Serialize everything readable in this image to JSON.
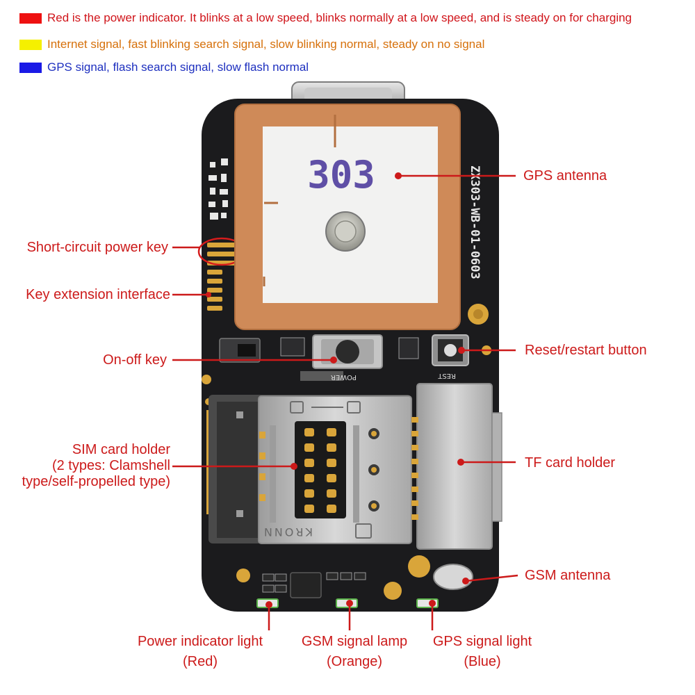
{
  "legend": [
    {
      "color": "#ee1111",
      "text_color": "#d0141a",
      "text": "Red is the power indicator. It blinks at a low speed, blinks normally at a low speed, and is steady on for charging"
    },
    {
      "color": "#f5f000",
      "text_color": "#d6700a",
      "text": "Internet signal, fast blinking search signal, slow blinking normal, steady on no signal"
    },
    {
      "color": "#1a1ae6",
      "text_color": "#1d2fbf",
      "text": "GPS signal, flash search signal, slow flash normal"
    }
  ],
  "board": {
    "antenna_code": "303",
    "silk_model": "ZX303-WB-01-0603",
    "sim_brand": "KRONN",
    "power_silk": "POWER",
    "reset_silk": "REST"
  },
  "callouts": {
    "gps_antenna": "GPS antenna",
    "short_circuit_power_key": "Short-circuit power key",
    "key_extension_interface": "Key extension interface",
    "on_off_key": "On-off key",
    "reset_restart_button": "Reset/restart button",
    "sim_card_holder": [
      "SIM card holder",
      "(2 types: Clamshell",
      "type/self-propelled type)"
    ],
    "tf_card_holder": "TF card holder",
    "gsm_antenna": "GSM antenna",
    "power_indicator_light": [
      "Power indicator light",
      "(Red)"
    ],
    "gsm_signal_lamp": [
      "GSM signal lamp",
      "(Orange)"
    ],
    "gps_signal_light": [
      "GPS signal light",
      "(Blue)"
    ]
  },
  "colors": {
    "callout_red": "#cc1a1a",
    "pcb": "#1b1b1d",
    "antenna_patch": "#cf8a58",
    "gold_pad": "#d9a53a",
    "metal": "#bdbdbd"
  }
}
